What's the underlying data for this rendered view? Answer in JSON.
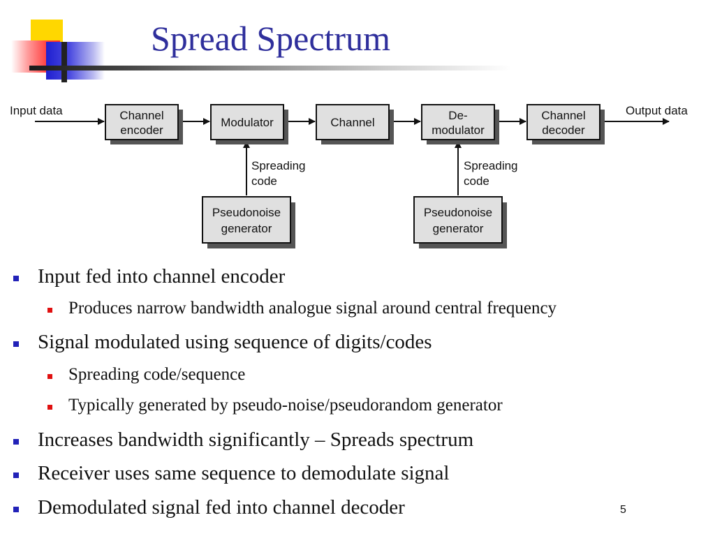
{
  "slide": {
    "title": "Spread Spectrum",
    "page_number": "5"
  },
  "diagram": {
    "input_label": "Input data",
    "output_label": "Output data",
    "blocks": {
      "channel_encoder": [
        "Channel",
        "encoder"
      ],
      "modulator": [
        "Modulator"
      ],
      "channel": [
        "Channel"
      ],
      "demodulator": [
        "De-",
        "modulator"
      ],
      "channel_decoder": [
        "Channel",
        "decoder"
      ],
      "pn_generator_tx": [
        "Pseudonoise",
        "generator"
      ],
      "pn_generator_rx": [
        "Pseudonoise",
        "generator"
      ]
    },
    "spreading_code_label": [
      "Spreading",
      "code"
    ]
  },
  "bullets": [
    {
      "text": "Input fed into channel encoder",
      "sub": [
        "Produces narrow bandwidth analogue signal around central frequency"
      ]
    },
    {
      "text": "Signal modulated using sequence of digits/codes",
      "sub": [
        "Spreading code/sequence",
        "Typically generated by pseudo-noise/pseudorandom generator"
      ]
    },
    {
      "text": "Increases bandwidth significantly – Spreads spectrum",
      "sub": []
    },
    {
      "text": "Receiver uses same sequence to demodulate signal",
      "sub": []
    },
    {
      "text": "Demodulated signal fed into channel decoder",
      "sub": []
    }
  ],
  "colors": {
    "title": "#2f2f9c",
    "bullet_level1": "#2222b8",
    "bullet_level2": "#e01010",
    "block_fill": "#e0e0e0",
    "block_shadow": "#555555"
  }
}
